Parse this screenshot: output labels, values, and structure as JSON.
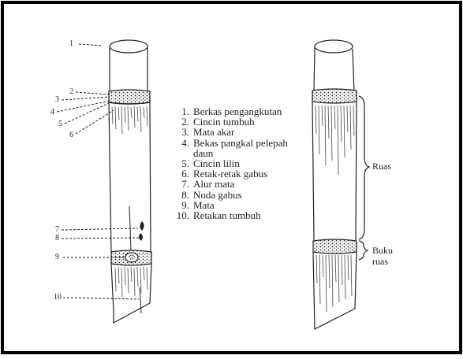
{
  "legend": [
    {
      "num": "1.",
      "text": "Berkas pengangkutan"
    },
    {
      "num": "2.",
      "text": "Cincin tumbuh"
    },
    {
      "num": "3.",
      "text": "Mata akar"
    },
    {
      "num": "4.",
      "text": "Bekas pangkal pelepah",
      "cont": "daun"
    },
    {
      "num": "5.",
      "text": "Cincin lilin"
    },
    {
      "num": "6.",
      "text": "Retak-retak gabus"
    },
    {
      "num": "7.",
      "text": "Alur mata"
    },
    {
      "num": "8.",
      "text": "Noda gabus"
    },
    {
      "num": "9.",
      "text": "Mata"
    },
    {
      "num": "10.",
      "text": "Retakan tumbuh"
    }
  ],
  "callouts": [
    "1",
    "2",
    "3",
    "4",
    "5",
    "6",
    "7",
    "8",
    "9",
    "10"
  ],
  "right_labels": {
    "ruas": "Ruas",
    "buku_line1": "Buku",
    "buku_line2": "ruas"
  }
}
